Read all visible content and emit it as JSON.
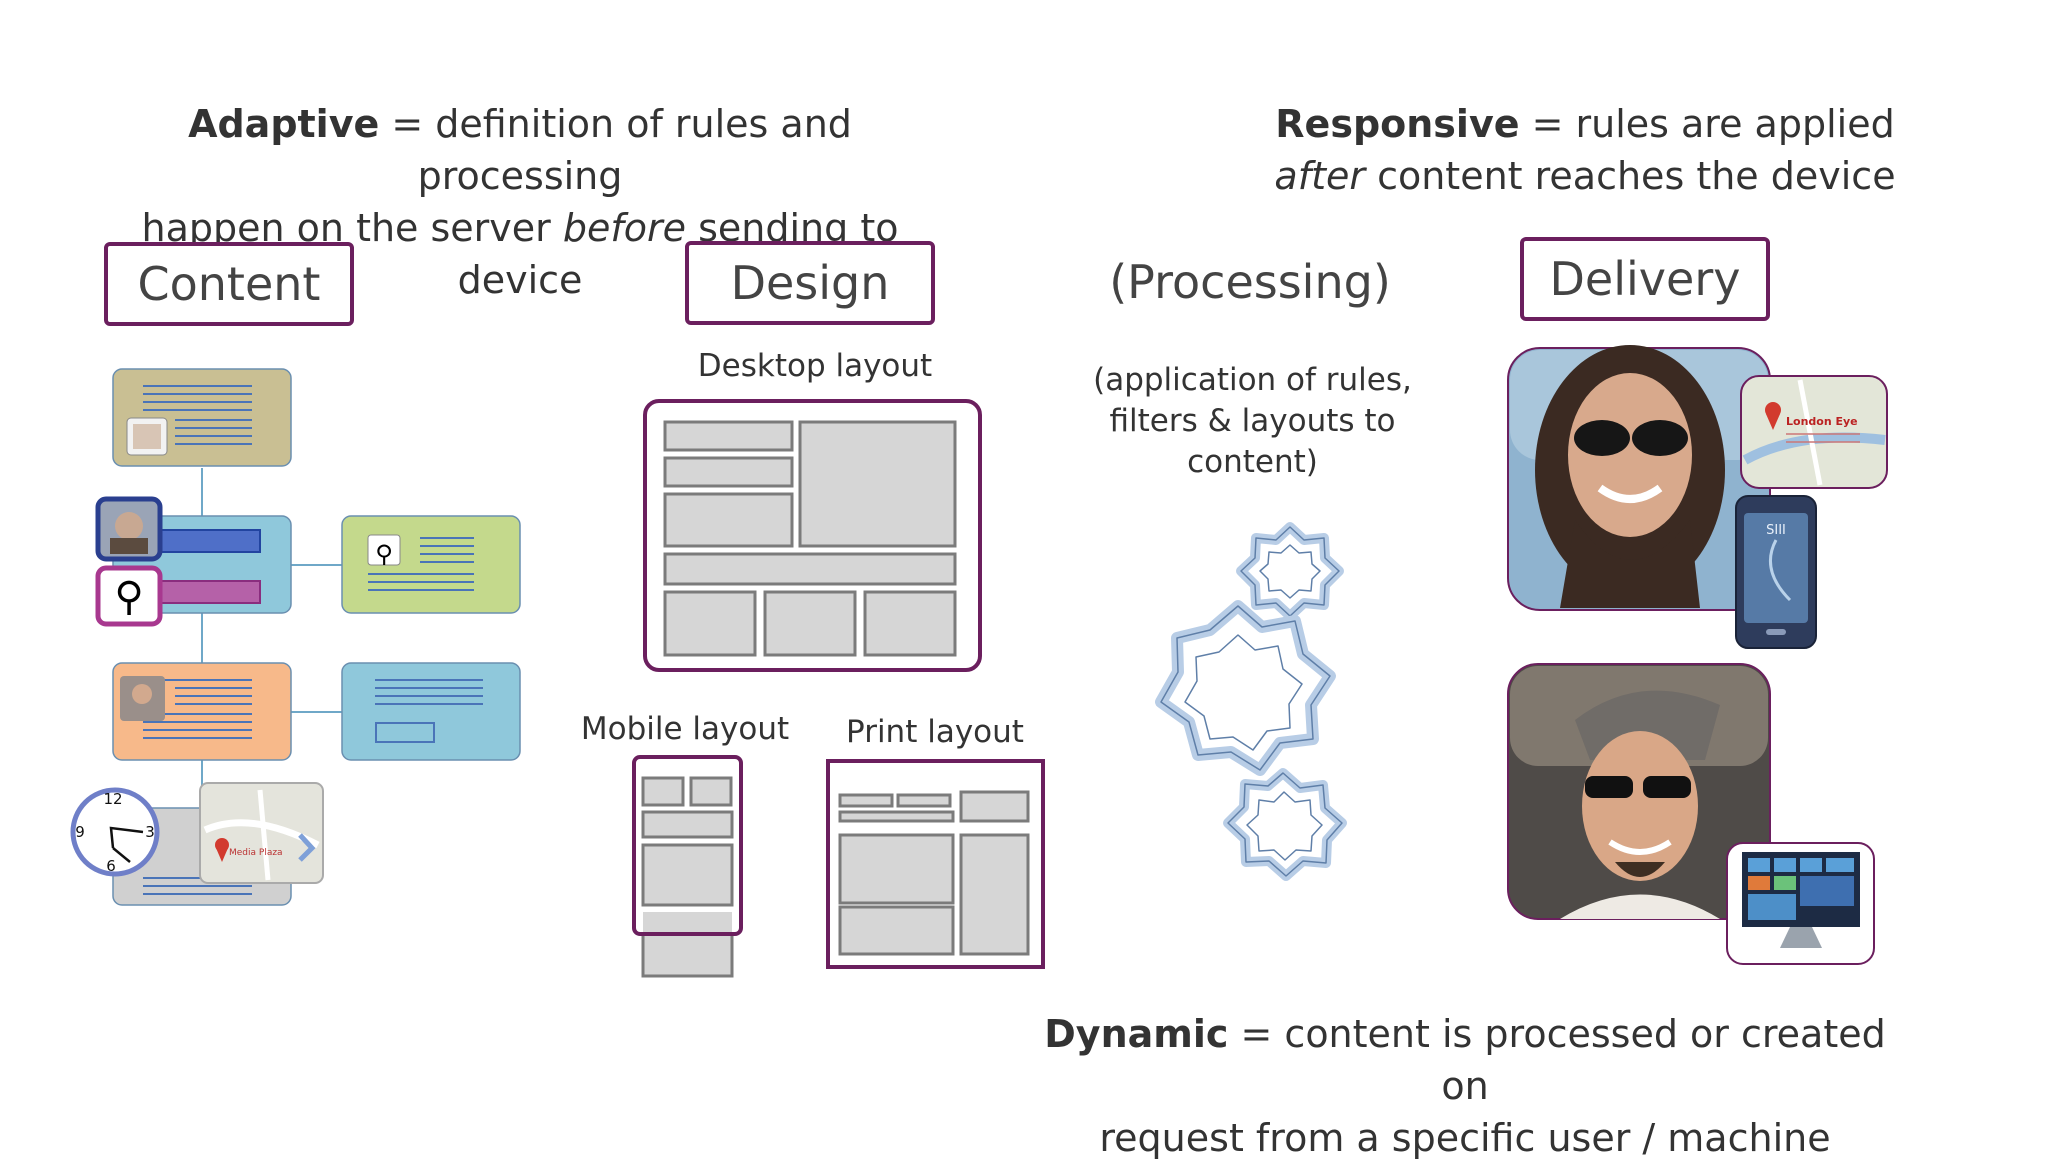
{
  "adaptive": {
    "term": "Adaptive",
    "rest1": " = definition of rules and processing",
    "line2a": "happen on the server ",
    "line2em": "before",
    "line2b": " sending to device"
  },
  "responsive": {
    "term": "Responsive",
    "rest1": " = rules are applied",
    "line2em": "after",
    "line2b": " content reaches the device"
  },
  "dynamic": {
    "term": "Dynamic",
    "rest1": " = content is processed or created on",
    "line2": "request from a specific user / machine"
  },
  "sections": {
    "content": "Content",
    "design": "Design",
    "processing": "(Processing)",
    "delivery": "Delivery"
  },
  "design_labels": {
    "desktop": "Desktop layout",
    "mobile": "Mobile layout",
    "print": "Print layout"
  },
  "processing_note": {
    "line1": "(application of rules,",
    "line2": "filters & layouts to",
    "line3": "content)"
  },
  "clock": {
    "n12": "12",
    "n3": "3",
    "n6": "6",
    "n9": "9"
  },
  "map_labels": {
    "london": "London Eye",
    "plaza": "Media Plaza"
  },
  "phone_text": "SIII",
  "colors": {
    "accent": "#6b1f5e",
    "tan": "#c9bf93",
    "blue": "#8fc8db",
    "green": "#c4d98c",
    "orange": "#f7b98a",
    "grey": "#d0d0d0"
  }
}
